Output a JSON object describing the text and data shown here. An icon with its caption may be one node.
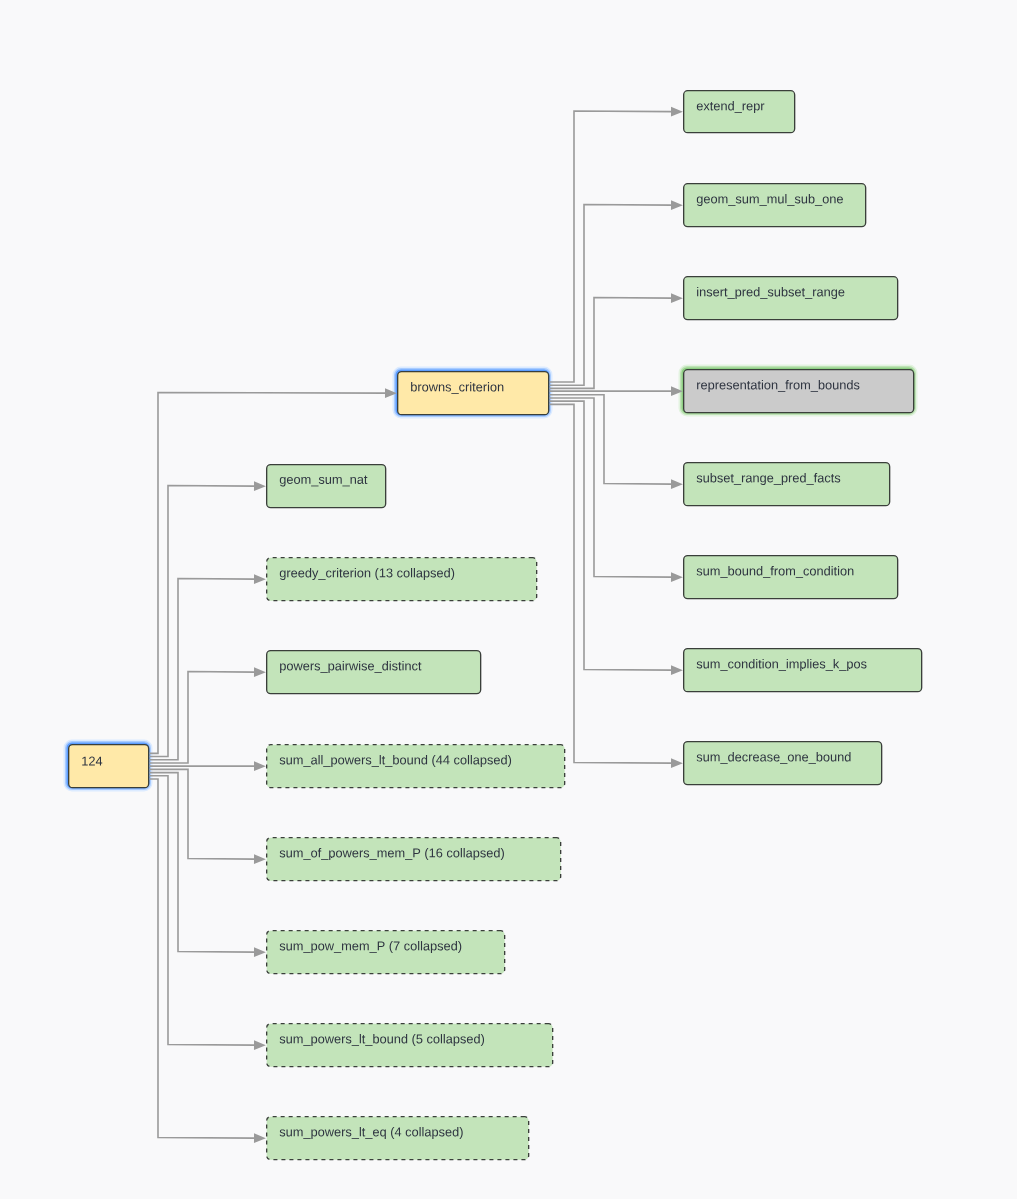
{
  "diagram": {
    "nodes": [
      {
        "text": [
          "124"
        ]
      },
      {
        "text": [
          "browns_criterion"
        ]
      },
      {
        "text": [
          "extend_repr"
        ]
      },
      {
        "text": [
          "geom_sum_mul_sub_one"
        ]
      },
      {
        "text": [
          "insert_pred_subset_range"
        ]
      },
      {
        "text": [
          "representation_from_bounds"
        ]
      },
      {
        "text": [
          "subset_range_pred_facts"
        ]
      },
      {
        "text": [
          "sum_bound_from_condition"
        ]
      },
      {
        "text": [
          "sum_condition_implies_k_pos"
        ]
      },
      {
        "text": [
          "sum_decrease_one_bound"
        ]
      },
      {
        "text": [
          "geom_sum_nat"
        ]
      },
      {
        "text": [
          "greedy_criterion (13 collapsed)"
        ]
      },
      {
        "text": [
          "powers_pairwise_distinct"
        ]
      },
      {
        "text": [
          "sum_all_powers_lt_bound (44 collapsed)"
        ]
      },
      {
        "text": [
          "sum_of_powers_mem_P (16 collapsed)"
        ]
      },
      {
        "text": [
          "sum_pow_mem_P (7 collapsed)"
        ]
      },
      {
        "text": [
          "sum_powers_lt_bound (5 collapsed)"
        ]
      },
      {
        "text": [
          "sum_powers_lt_eq (4 collapsed)"
        ]
      }
    ],
    "edges": [
      {
        "from": 0,
        "to": 1,
        "arrow": "to"
      },
      {
        "from": 0,
        "to": 10,
        "arrow": "to"
      },
      {
        "from": 0,
        "to": 11,
        "arrow": "to"
      },
      {
        "from": 0,
        "to": 12,
        "arrow": "to"
      },
      {
        "from": 0,
        "to": 13,
        "arrow": "to"
      },
      {
        "from": 0,
        "to": 14,
        "arrow": "to"
      },
      {
        "from": 0,
        "to": 15,
        "arrow": "to"
      },
      {
        "from": 0,
        "to": 16,
        "arrow": "to"
      },
      {
        "from": 0,
        "to": 17,
        "arrow": "to"
      },
      {
        "from": 1,
        "to": 2,
        "arrow": "to"
      },
      {
        "from": 1,
        "to": 3,
        "arrow": "to"
      },
      {
        "from": 1,
        "to": 4,
        "arrow": "to"
      },
      {
        "from": 1,
        "to": 5,
        "arrow": "to"
      },
      {
        "from": 1,
        "to": 6,
        "arrow": "to"
      },
      {
        "from": 1,
        "to": 7,
        "arrow": "to"
      },
      {
        "from": 1,
        "to": 8,
        "arrow": "to"
      },
      {
        "from": 1,
        "to": 9,
        "arrow": "to"
      }
    ]
  }
}
